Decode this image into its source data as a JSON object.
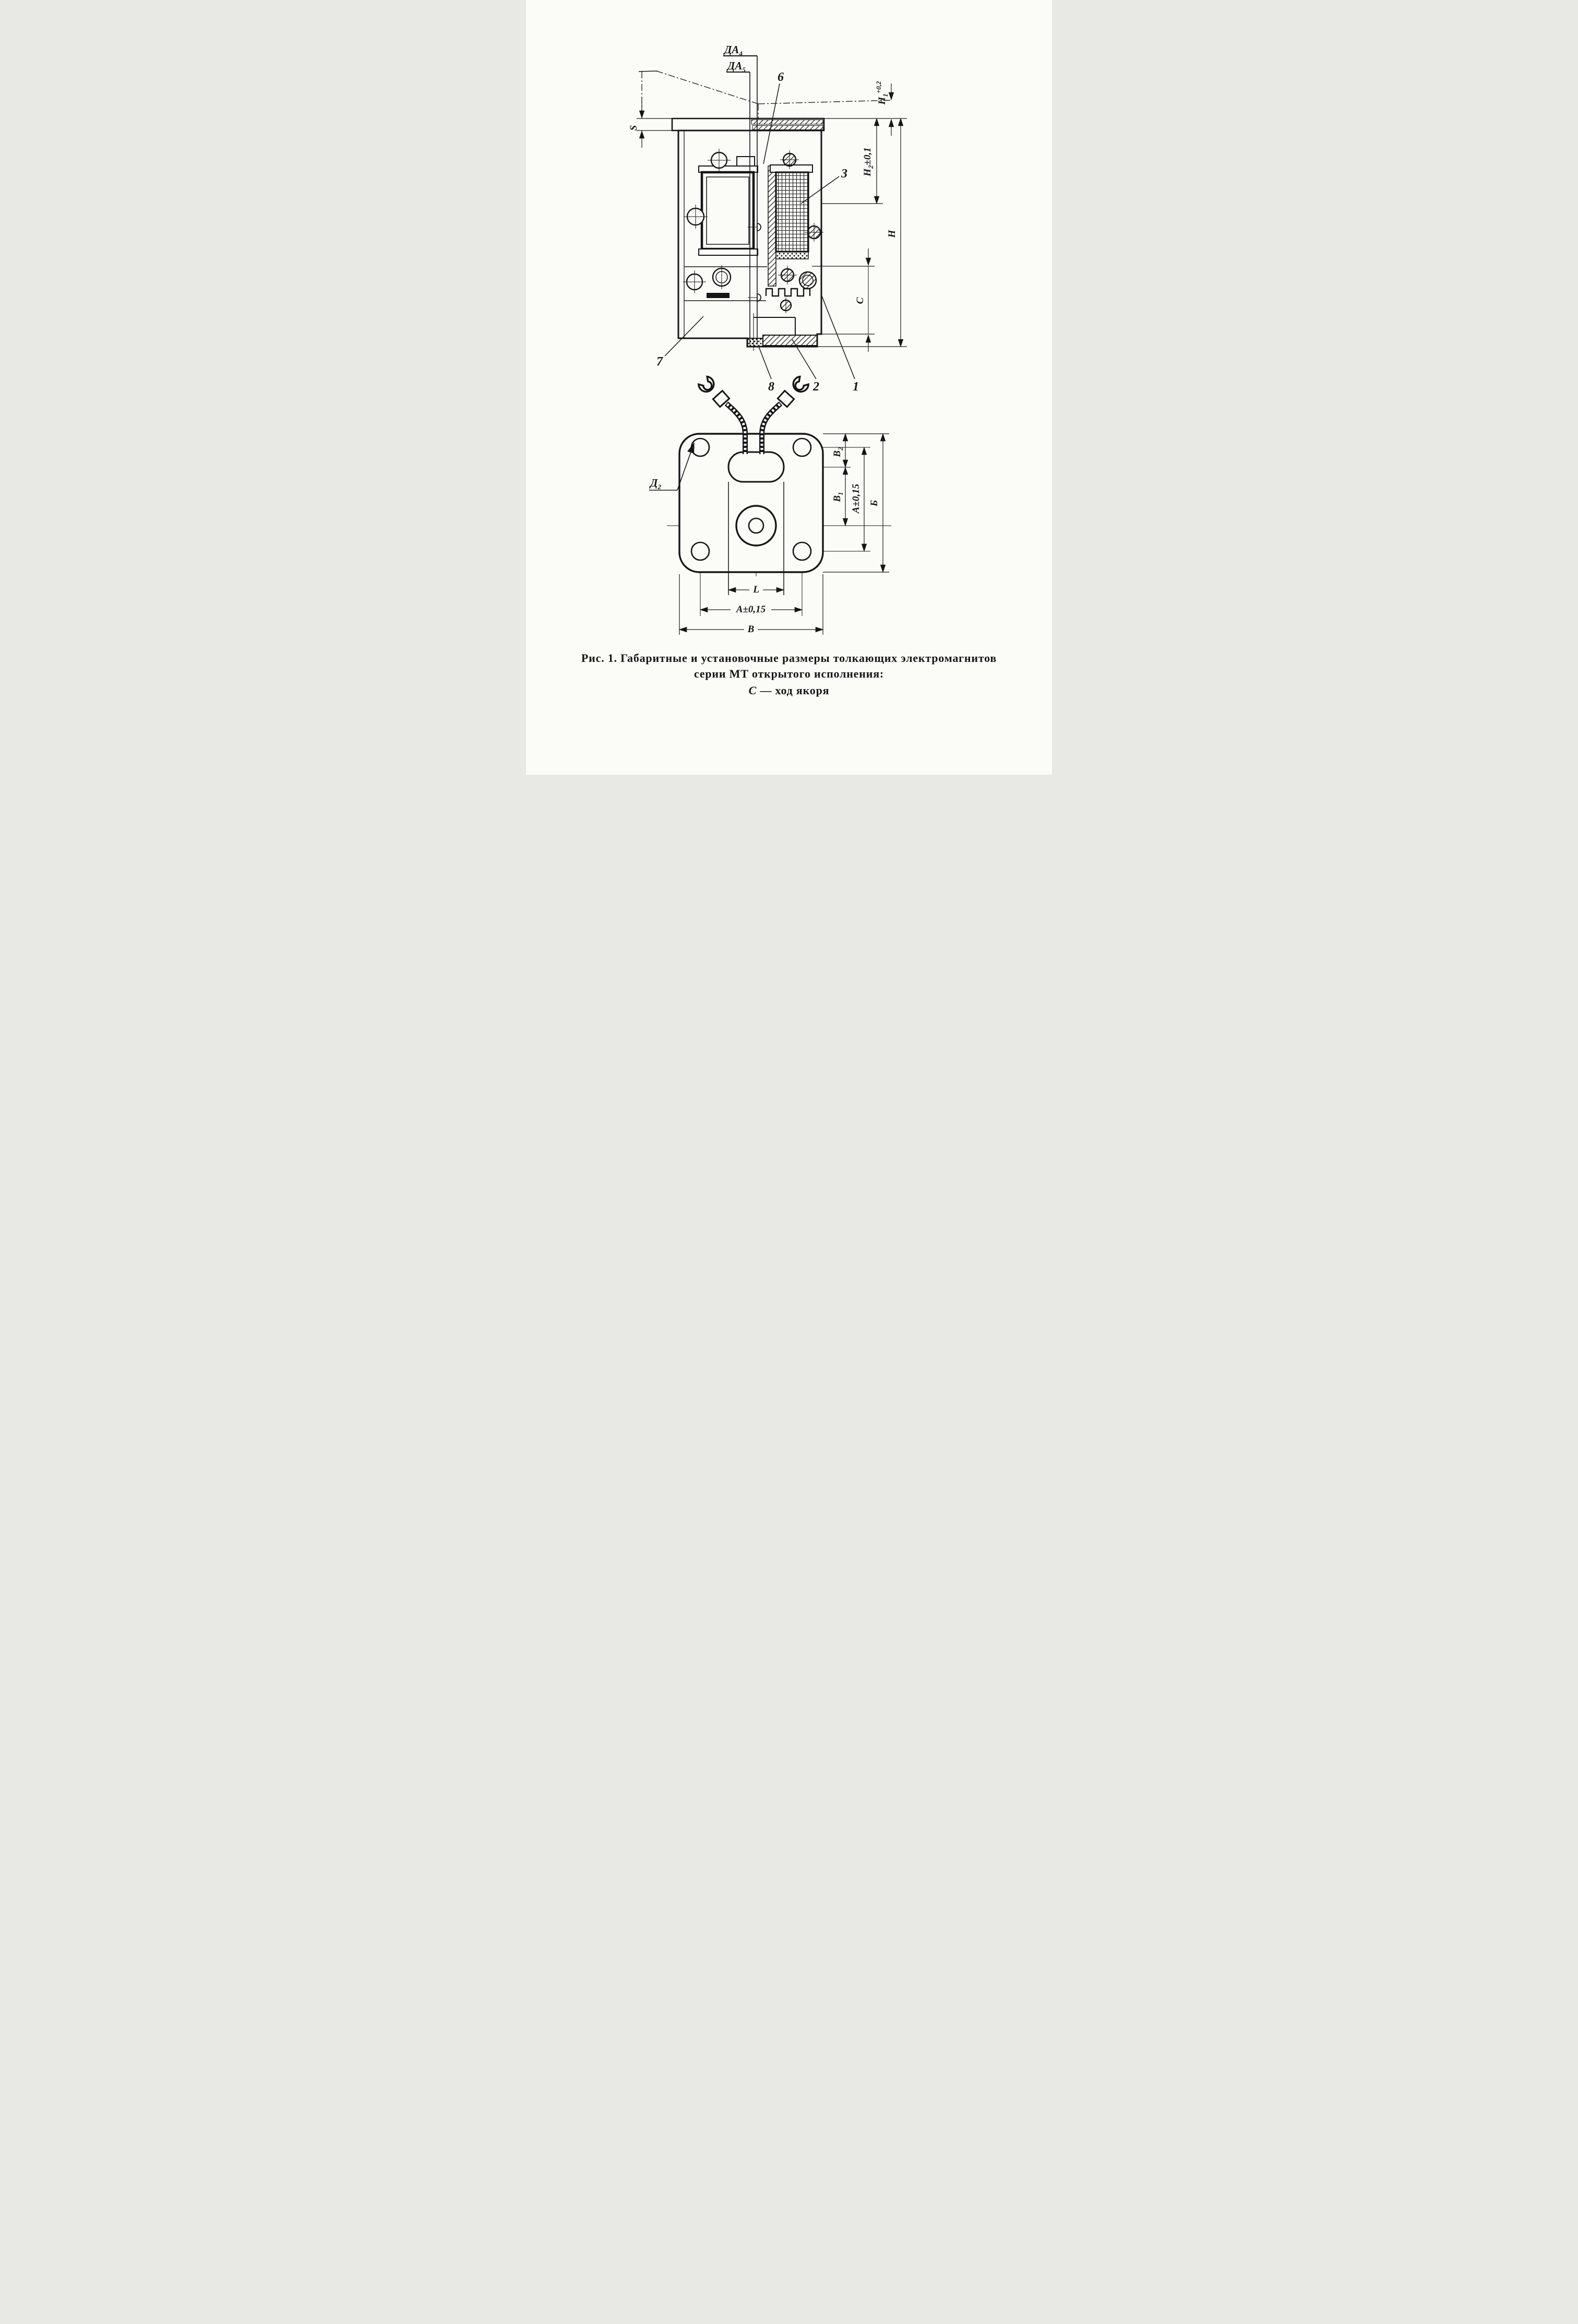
{
  "page": {
    "caption": {
      "line1": "Рис. 1. Габаритные и установочные размеры толкающих электромагнитов",
      "line2": "серии МТ открытого исполнения:",
      "line3_sym": "С",
      "line3_text": " — ход якоря"
    }
  },
  "section_view": {
    "callout_da4": {
      "main": "ДА",
      "sub": "4"
    },
    "callout_da5": {
      "main": "ДА",
      "sub": "5"
    },
    "part_labels": {
      "n1": "1",
      "n2": "2",
      "n3": "3",
      "n6": "6",
      "n7": "7",
      "n8": "8"
    },
    "dims": {
      "s": "S",
      "h": "H",
      "c": "C",
      "h1": {
        "main": "H",
        "sub": "1",
        "tol": "+0,2"
      },
      "h2": {
        "main": "H",
        "sub": "2",
        "tol": "±0,1"
      }
    }
  },
  "bottom_view": {
    "callout_d2": {
      "main": "Д",
      "sub": "2"
    },
    "dims": {
      "b2": {
        "main": "B",
        "sub": "2"
      },
      "b1": {
        "main": "B",
        "sub": "1"
      },
      "a_vertical": "A±0,15",
      "height": "Б",
      "l": "L",
      "a_horizontal": "A±0,15",
      "width": "В"
    }
  }
}
